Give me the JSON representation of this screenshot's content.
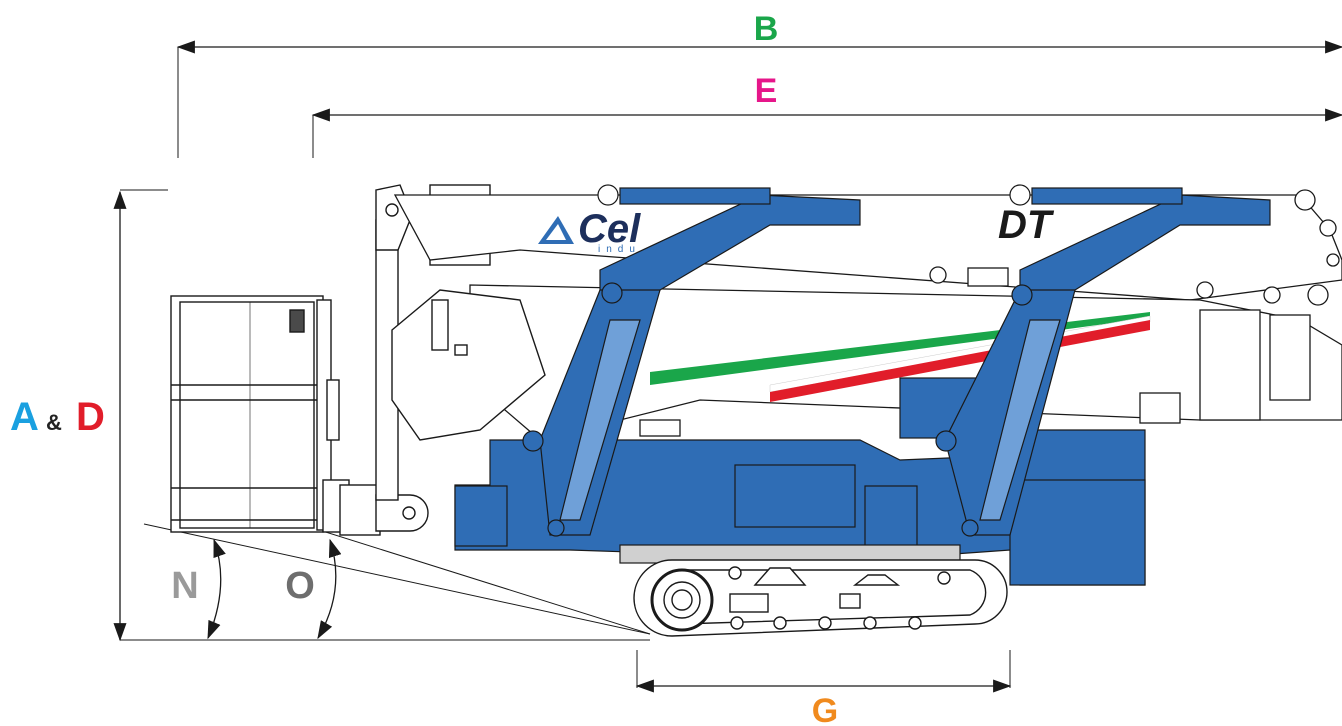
{
  "dimensions": {
    "B": {
      "label": "B",
      "color": "#1aa64a"
    },
    "E": {
      "label": "E",
      "color": "#e6168a"
    },
    "A": {
      "label": "A",
      "color": "#1aa0e0"
    },
    "amp": {
      "label": "&",
      "color": "#222222"
    },
    "D": {
      "label": "D",
      "color": "#e11d2a"
    },
    "N": {
      "label": "N",
      "color": "#9a9a9a"
    },
    "O": {
      "label": "O",
      "color": "#6e6e6e"
    },
    "G": {
      "label": "G",
      "color": "#f08a1e"
    }
  },
  "branding": {
    "logo": "Cel",
    "logo_sub": "indu",
    "model": "DT"
  },
  "colors": {
    "machine_blue": "#2f6db5",
    "machine_blue_dark": "#1d4f8c",
    "line": "#1a1a1a",
    "stripe_green": "#1aa64a",
    "stripe_red": "#e11d2a",
    "boom_white": "#ffffff",
    "grey": "#d9d9d9"
  }
}
